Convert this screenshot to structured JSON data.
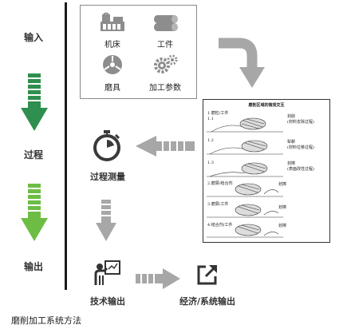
{
  "stages": {
    "input": "输入",
    "process": "过程",
    "output": "输出"
  },
  "inputs": {
    "machine": "机床",
    "workpiece": "工件",
    "tool": "磨具",
    "params": "加工参数"
  },
  "process_measure": "过程测量",
  "technical_output": "技术输出",
  "economic_output": "经济/系统输出",
  "caption": "磨削加工系统方法",
  "doc": {
    "title": "磨削区域的微观交互",
    "rows": [
      {
        "tag": "1.磨粒/工件",
        "sub": "1.1",
        "right1": "划削",
        "right2": "(材料去除过程)"
      },
      {
        "tag": "1.2",
        "right1": "犁耕",
        "right2": "(材料位移过程)"
      },
      {
        "tag": "1.3",
        "right1": "划擦",
        "right2": "(表面改性过程)"
      },
      {
        "tag": "2.磨屑/结合剂",
        "right1": "划擦"
      },
      {
        "tag": "3.磨屑/工件",
        "right1": "划擦"
      },
      {
        "tag": "4.结合剂/工件",
        "right1": "划擦"
      }
    ]
  },
  "colors": {
    "green_dark": "#2f8f4e",
    "green_light": "#6dbd45",
    "gray_arrow": "#a7a7a7",
    "line": "#1b1b1b"
  }
}
